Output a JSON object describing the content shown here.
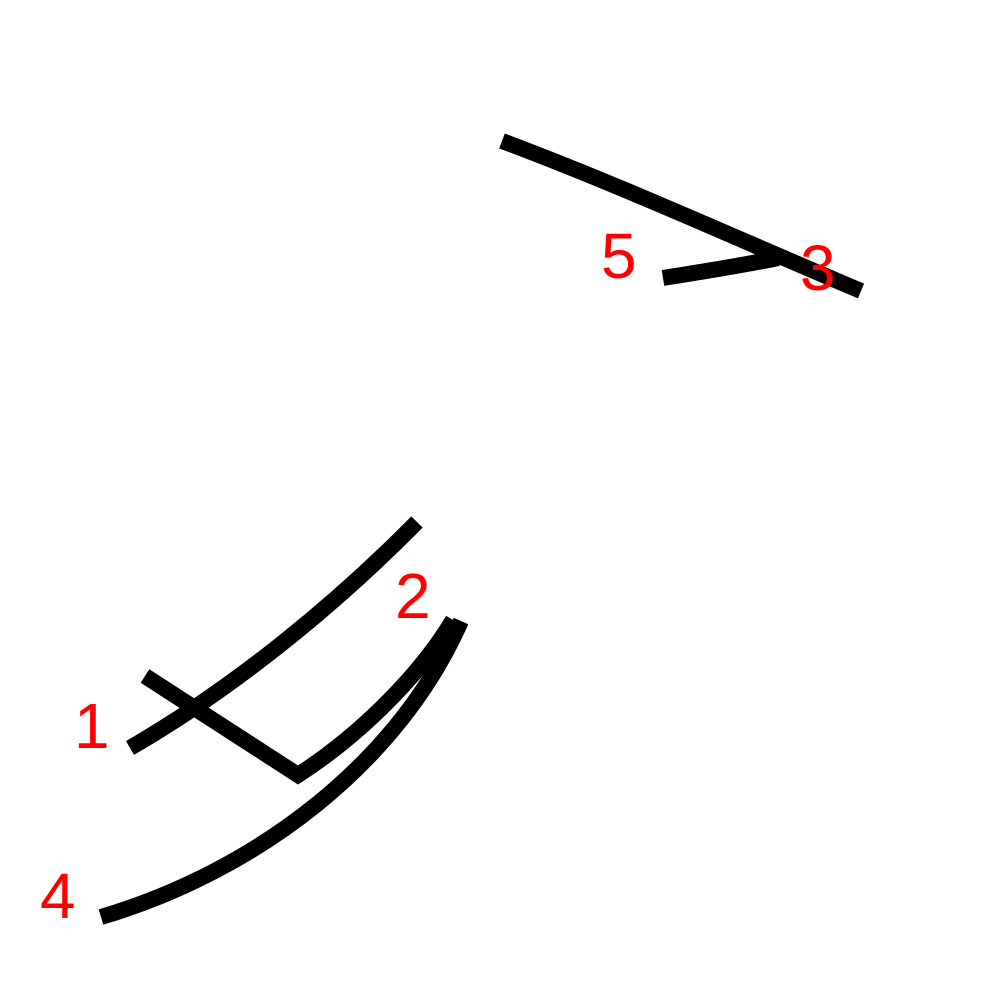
{
  "colors": {
    "stroke": "#000000",
    "label": "#ff0000",
    "background": "#ffffff"
  },
  "strokes": [
    {
      "id": 1,
      "label": "1"
    },
    {
      "id": 2,
      "label": "2"
    },
    {
      "id": 3,
      "label": "3"
    },
    {
      "id": 4,
      "label": "4"
    },
    {
      "id": 5,
      "label": "5"
    }
  ]
}
